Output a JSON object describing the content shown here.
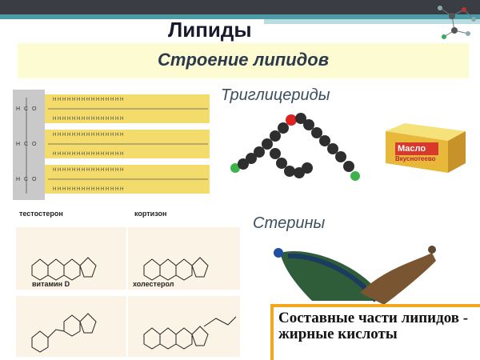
{
  "slide": {
    "title": "Липиды",
    "subtitle": "Строение липидов",
    "label_triglycerides": "Триглицериды",
    "label_sterols": "Стерины",
    "infobox_text": "Составные части липидов - жирные кислоты"
  },
  "steroids": {
    "testosterone": "тестостерон",
    "cortisone": "кортизон",
    "vitamin_d": "витамин D",
    "cholesterol": "холестерол"
  },
  "butter": {
    "brand": "Масло",
    "slogan": "Вкуснотеево"
  },
  "colors": {
    "topbar": "#3b3d44",
    "accent_teal": "#4d9ba7",
    "subtitle_band": "#fdfbd1",
    "chain_highlight": "#f4dc6c",
    "infobox_border": "#f2a81d"
  }
}
